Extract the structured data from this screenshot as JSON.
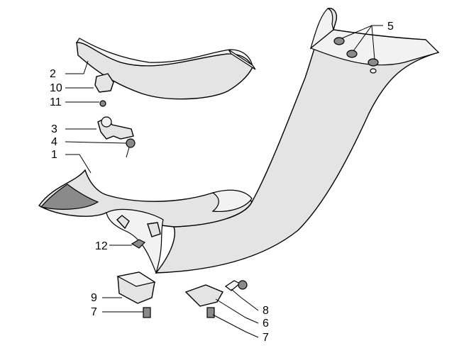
{
  "diagram": {
    "labels": {
      "l1": "1",
      "l2": "2",
      "l3": "3",
      "l4": "4",
      "l5": "5",
      "l6": "6",
      "l7a": "7",
      "l7b": "7",
      "l8": "8",
      "l9": "9",
      "l10": "10",
      "l11": "11",
      "l12": "12"
    }
  }
}
